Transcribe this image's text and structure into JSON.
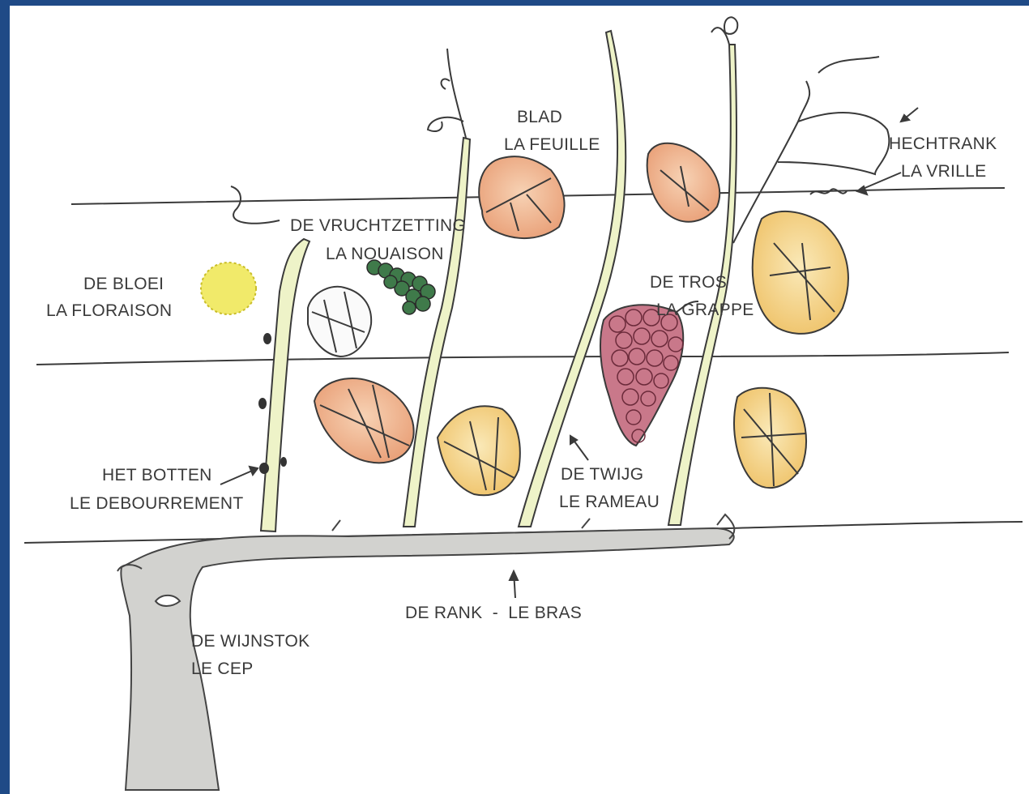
{
  "diagram": {
    "labels": {
      "blad": "BLAD",
      "feuille": "LA FEUILLE",
      "hechtrank": "HECHTRANK",
      "vrille": "LA VRILLE",
      "vruchtzetting": "DE VRUCHTZETTING",
      "nouaison": "LA NOUAISON",
      "bloei": "DE  BLOEI",
      "floraison": "LA FLORAISON",
      "tros": "DE TROS",
      "grappe": "LA GRAPPE",
      "botten": "HET BOTTEN",
      "debourrement": "LE DEBOURREMENT",
      "twijg": "DE TWIJG",
      "rameau": "LE RAMEAU",
      "rank_bras": "DE RANK  -  LE BRAS",
      "wijnstok": "DE WIJNSTOK",
      "cep": "LE CEP"
    },
    "colors": {
      "frame": "#1f4a86",
      "ink": "#3a3a3a",
      "trunk": "#cfcfcc",
      "shoot": "#eef3c8",
      "leaf_orange": "#f2b98e",
      "leaf_yellow": "#f4d98a",
      "grape_red": "#c9788a",
      "grape_green": "#3f7a4a",
      "flower": "#f1ea6a"
    }
  }
}
